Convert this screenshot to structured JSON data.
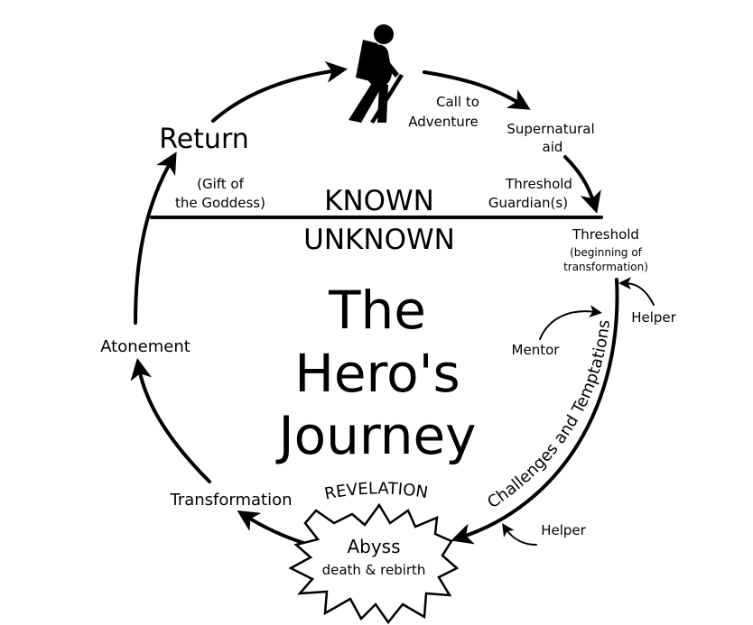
{
  "title_lines": [
    "The",
    "Hero's",
    "Journey"
  ],
  "divider": {
    "above": "KNOWN",
    "below": "UNKNOWN"
  },
  "stages": {
    "call_to_adventure": [
      "Call to",
      "Adventure"
    ],
    "supernatural_aid": [
      "Supernatural",
      "aid"
    ],
    "threshold_guardians": [
      "Threshold",
      "Guardian(s)"
    ],
    "threshold": "Threshold",
    "threshold_note": [
      "(beginning of",
      "transformation)"
    ],
    "helper_upper": "Helper",
    "mentor": "Mentor",
    "challenges": "Challenges and Temptations",
    "helper_lower": "Helper",
    "abyss": "Abyss",
    "abyss_sub": "death & rebirth",
    "revelation": "REVELATION",
    "transformation": "Transformation",
    "atonement": "Atonement",
    "return": "Return",
    "gift": [
      "(Gift of",
      "the Goddess)"
    ]
  },
  "icons": {
    "hero": "hiker-icon"
  },
  "colors": {
    "ink": "#000000",
    "background": "#ffffff"
  }
}
